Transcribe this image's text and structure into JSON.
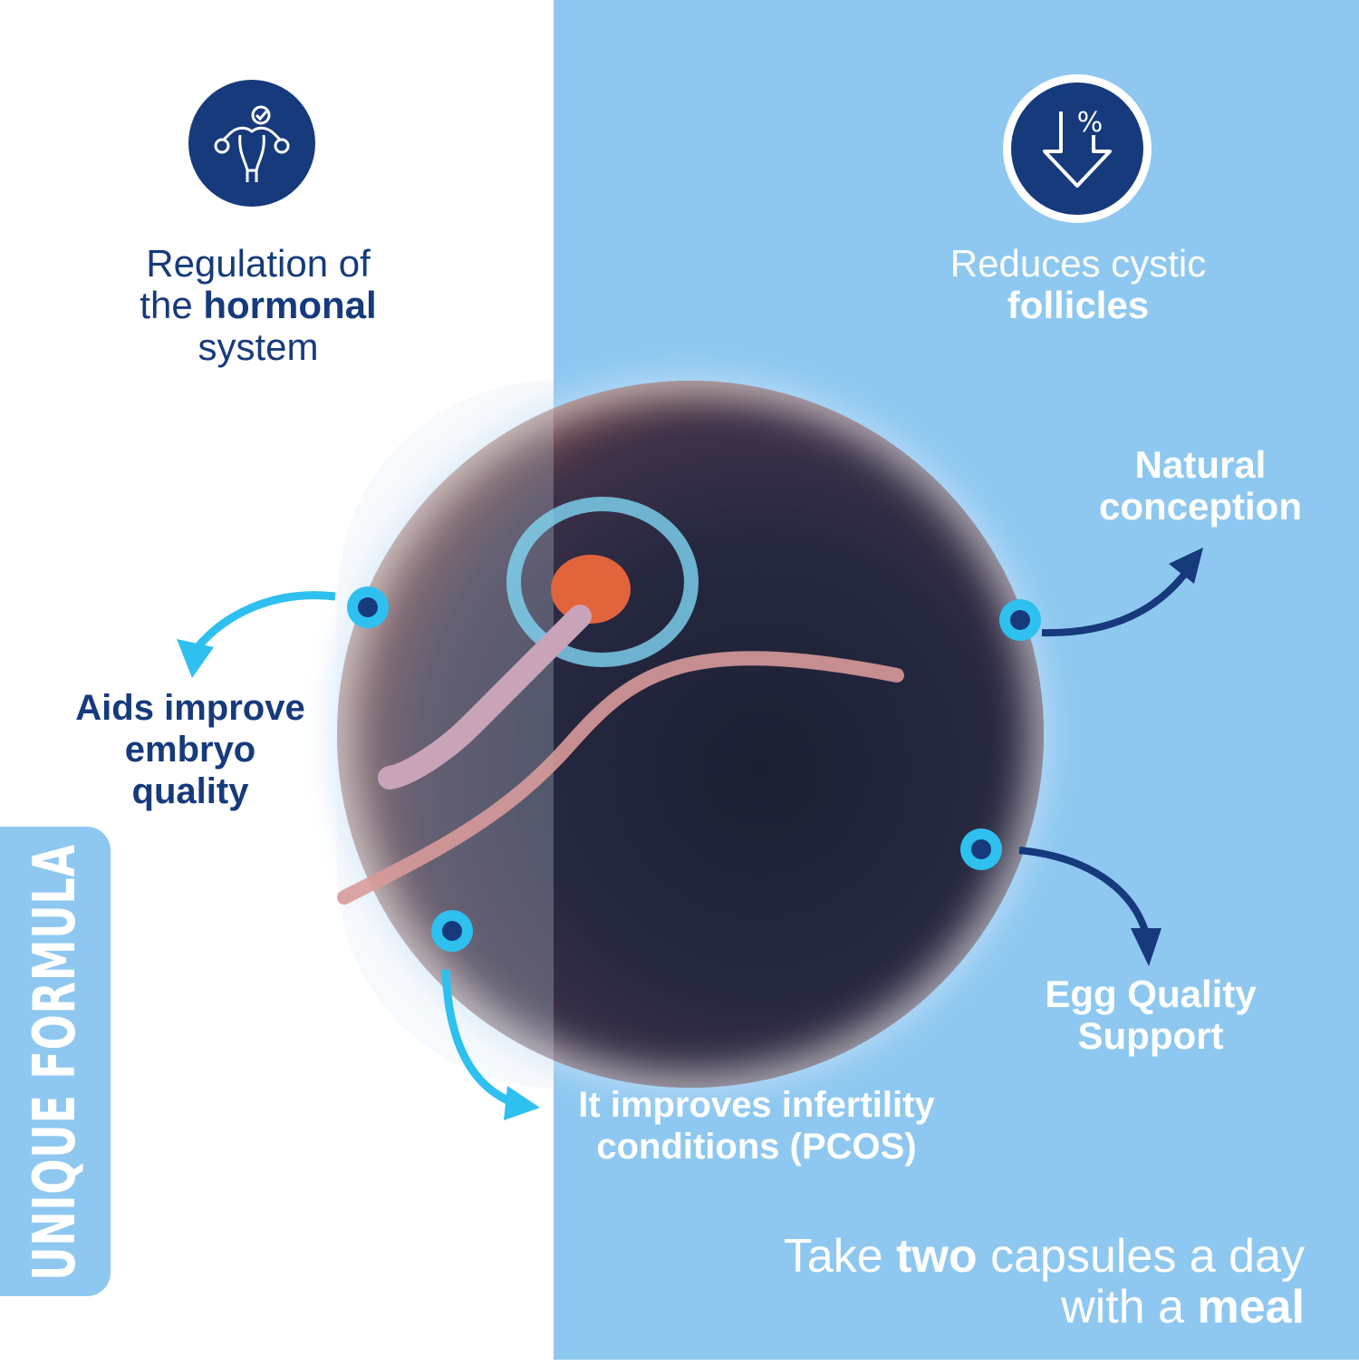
{
  "colors": {
    "navy": "#163a7c",
    "sky_panel": "#8ec8f0",
    "cyan_arrow": "#2ec0ef",
    "white": "#ffffff"
  },
  "benefits": {
    "hormonal": {
      "line1": "Regulation of",
      "line2_pre": "the ",
      "line2_bold": "hormonal",
      "line3": "system",
      "icon": "uterus-check-icon"
    },
    "cystic": {
      "line1": "Reduces cystic",
      "line2_bold": "follicles",
      "icon": "percent-down-arrow-icon"
    },
    "natural": {
      "line1": "Natural",
      "line2": "conception"
    },
    "embryo": {
      "line1": "Aids improve",
      "line2": "embryo",
      "line3": "quality"
    },
    "egg": {
      "line1": "Egg Quality",
      "line2": "Support"
    },
    "pcos": {
      "line1": "It improves infertility",
      "line2": "conditions (PCOS)"
    }
  },
  "badge": {
    "label": "UNIQUE FORMULA"
  },
  "dosage": {
    "pre": "Take ",
    "bold1": "two",
    "mid": " capsules a day",
    "line2_pre": "with a ",
    "bold2": "meal"
  }
}
